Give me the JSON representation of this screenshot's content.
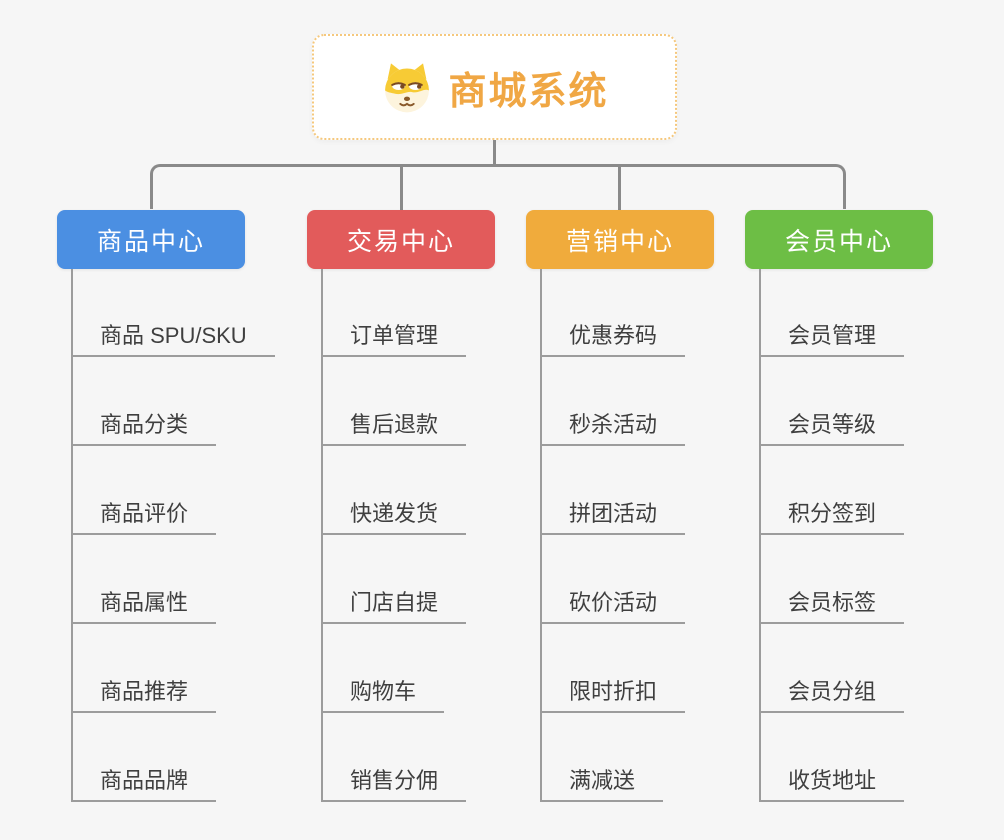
{
  "page": {
    "background": "#f6f6f6"
  },
  "root": {
    "title": "商城系统",
    "icon": "shiba-dog-icon",
    "text_color": "#f0a744",
    "border_color": "#f5c87d"
  },
  "connector_color": "#8a8a8a",
  "leaf_line_color": "#9c9c9c",
  "leaf_text_color": "#3f3f3f",
  "branches": [
    {
      "label": "商品中心",
      "color": "#4b8fe2",
      "items": [
        "商品 SPU/SKU",
        "商品分类",
        "商品评价",
        "商品属性",
        "商品推荐",
        "商品品牌"
      ]
    },
    {
      "label": "交易中心",
      "color": "#e25b5b",
      "items": [
        "订单管理",
        "售后退款",
        "快递发货",
        "门店自提",
        "购物车",
        "销售分佣"
      ]
    },
    {
      "label": "营销中心",
      "color": "#f0ab3c",
      "items": [
        "优惠券码",
        "秒杀活动",
        "拼团活动",
        "砍价活动",
        "限时折扣",
        "满减送"
      ]
    },
    {
      "label": "会员中心",
      "color": "#6dbe45",
      "items": [
        "会员管理",
        "会员等级",
        "积分签到",
        "会员标签",
        "会员分组",
        "收货地址"
      ]
    }
  ]
}
